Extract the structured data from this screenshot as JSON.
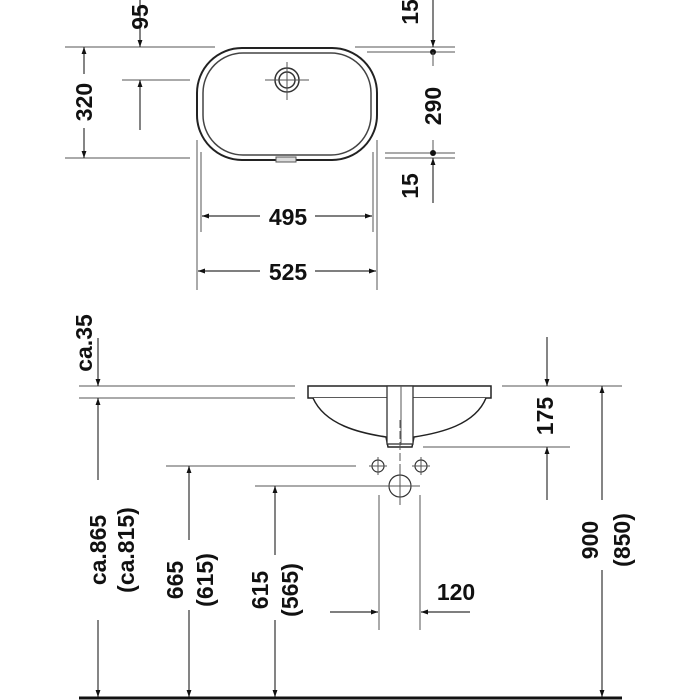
{
  "title": "Undercounter washbasin dimension drawing",
  "top_view": {
    "dim_overflow_offset": "95",
    "dim_outer_depth": "320",
    "dim_inner_depth": "290",
    "dim_rim_top": "15",
    "dim_rim_bottom": "15",
    "dim_inner_width": "495",
    "dim_outer_width": "525"
  },
  "side_view": {
    "dim_rim_thickness": "ca.35",
    "dim_counter_height": "ca.865",
    "dim_counter_height_alt": "(ca.815)",
    "dim_basin_depth": "175",
    "dim_total_height": "900",
    "dim_total_height_alt": "(850)",
    "dim_supply_height": "665",
    "dim_supply_height_alt": "(615)",
    "dim_waste_height": "615",
    "dim_waste_height_alt": "(565)",
    "dim_supply_spacing": "120"
  },
  "colors": {
    "line": "#333333",
    "text": "#111111",
    "background": "#ffffff"
  }
}
